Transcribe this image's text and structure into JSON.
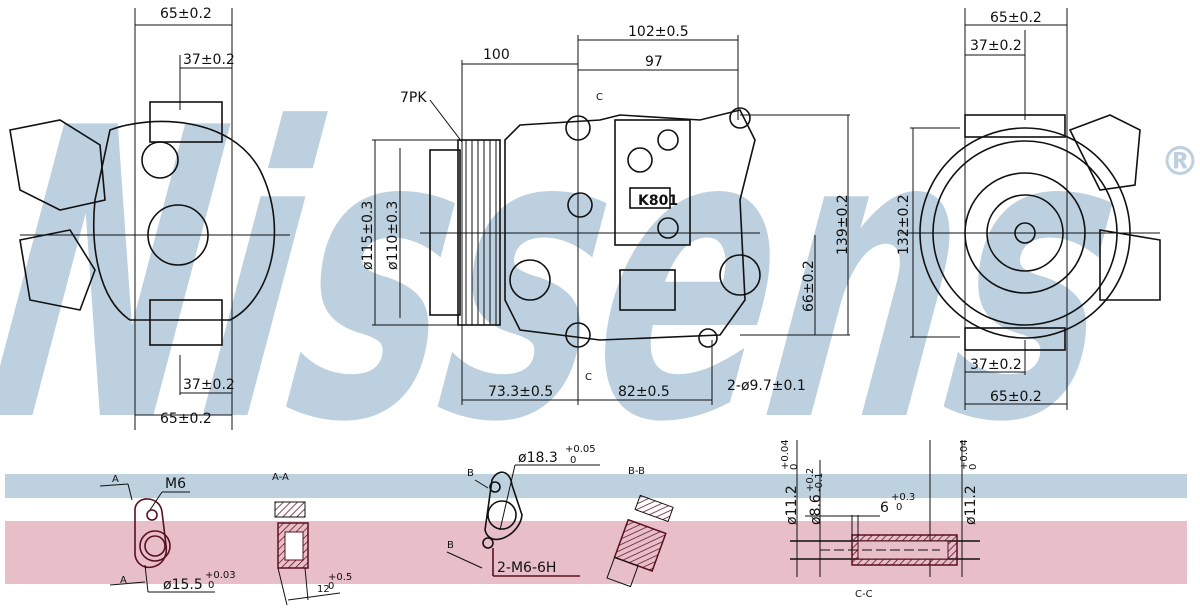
{
  "brand": {
    "watermark": "Nissens",
    "registered": "®",
    "watermark_color": "#bcd0e0"
  },
  "bands": {
    "blue": "#bdd1de",
    "pink": "#e8bfc8"
  },
  "left_view": {
    "top_outer": "65±0.2",
    "top_inner": "37±0.2",
    "bottom_inner": "37±0.2",
    "bottom_outer": "65±0.2"
  },
  "side_view": {
    "d100": "100",
    "d102": "102±0.5",
    "d97": "97",
    "belt": "7PK",
    "dia115": "ø115±0.3",
    "dia110": "ø110±0.3",
    "h139": "139±0.2",
    "h66": "66±0.2",
    "d73": "73.3±0.5",
    "d82": "82±0.5",
    "holes": "2-ø9.7±0.1",
    "section_top": "C",
    "section_bottom": "C",
    "part_mark": "K801"
  },
  "right_view": {
    "top_outer": "65±0.2",
    "top_inner": "37±0.2",
    "h132": "132±0.2",
    "bottom_inner": "37±0.2",
    "bottom_outer": "65±0.2"
  },
  "details": {
    "a_arrow_top": "A",
    "m6": "M6",
    "a_arrow_bottom": "A",
    "dia155": "ø15.5",
    "dia155_tol_up": "+0.03",
    "dia155_tol_dn": "0",
    "section_aa": "A-A",
    "w12": "12",
    "w12_tol_up": "+0.5",
    "w12_tol_dn": "0",
    "b_arrow_top": "B",
    "dia183": "ø18.3",
    "dia183_tol_up": "+0.05",
    "dia183_tol_dn": "0",
    "b_arrow_bottom": "B",
    "thread": "2-M6-6H",
    "section_bb": "B-B",
    "dia112_left": "ø11.2",
    "dia112_left_tol_up": "+0.04",
    "dia112_left_tol_dn": "0",
    "dia86": "ø8.6",
    "dia86_tol_up": "+0.2",
    "dia86_tol_dn": "-0.1",
    "len6": "6",
    "len6_tol_up": "+0.3",
    "len6_tol_dn": "0",
    "dia112_right": "ø11.2",
    "dia112_right_tol_up": "+0.04",
    "dia112_right_tol_dn": "0",
    "section_cc": "C-C"
  }
}
